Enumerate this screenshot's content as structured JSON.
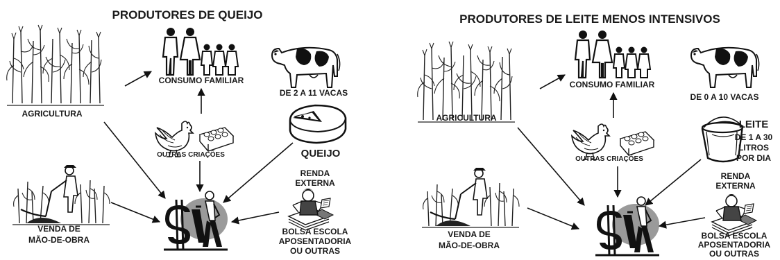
{
  "panels": [
    {
      "title": "PRODUTORES DE QUEIJO",
      "family": "CONSUMO FAMILIAR",
      "cows": "DE 2 A 11 VACAS",
      "agriculture": "AGRICULTURA",
      "other_animals": "OUTRAS CRIAÇÕES",
      "product": [
        "QUEIJO"
      ],
      "external_income": [
        "RENDA",
        "EXTERNA"
      ],
      "external_sources": [
        "BOLSA ESCOLA",
        "APOSENTADORIA",
        "OU OUTRAS"
      ],
      "labor": [
        "VENDA DE",
        "MÃO-DE-OBRA"
      ]
    },
    {
      "title": "PRODUTORES DE LEITE MENOS INTENSIVOS",
      "family": "CONSUMO FAMILIAR",
      "cows": "DE 0 A 10 VACAS",
      "agriculture": "AGRICULTURA",
      "other_animals": "OUTRAS CRIAÇÕES",
      "product": [
        "LEITE",
        "DE 1 A 30",
        "LITROS",
        "POR DIA"
      ],
      "external_income": [
        "RENDA",
        "EXTERNA"
      ],
      "external_sources": [
        "BOLSA ESCOLA",
        "APOSENTADORIA",
        "OU OUTRAS"
      ],
      "labor": [
        "VENDA DE",
        "MÃO-DE-OBRA"
      ]
    }
  ],
  "icons": {
    "family": "family-icon",
    "cow": "cow-icon",
    "corn": "corn-field-icon",
    "chicken": "chicken-icon",
    "eggs": "eggs-icon",
    "cheese": "cheese-icon",
    "milk": "milk-bucket-icon",
    "worker": "field-worker-icon",
    "money": "money-person-icon",
    "reading": "reading-person-icon"
  }
}
